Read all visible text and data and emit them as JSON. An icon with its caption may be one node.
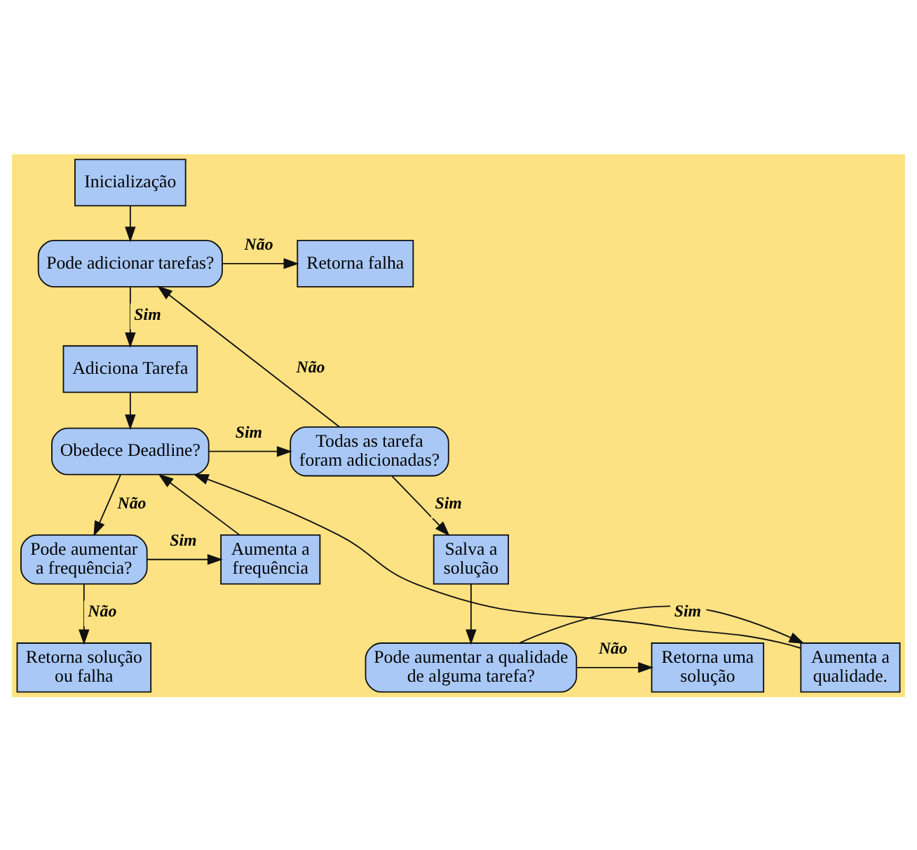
{
  "diagram": {
    "nodes": [
      {
        "text": [
          "Inicialização"
        ]
      },
      {
        "text": [
          "Retorna falha"
        ]
      },
      {
        "text": [
          "Pode adicionar tarefas?"
        ]
      },
      {
        "text": [
          "Adiciona Tarefa"
        ]
      },
      {
        "text": [
          "Obedece Deadline?"
        ]
      },
      {
        "text": [
          "Todas as tarefa foram adicionadas?"
        ]
      },
      {
        "text": [
          "Aumenta a frequência"
        ]
      },
      {
        "text": [
          "Pode aumentar a frequência?"
        ]
      },
      {
        "text": [
          "Salva a solução"
        ]
      },
      {
        "text": [
          "Retorna solução ou falha"
        ]
      },
      {
        "text": [
          "Aumenta a qualidade."
        ]
      },
      {
        "text": [
          "Pode aumentar a qualidade de alguma tarefa?"
        ]
      },
      {
        "text": [
          "Retorna uma solução"
        ]
      }
    ],
    "edges": [
      {
        "from": 0,
        "to": 2,
        "arrow": "to"
      },
      {
        "from": 2,
        "to": 1,
        "arrow": "to",
        "label": "Não"
      },
      {
        "from": 2,
        "to": 3,
        "arrow": "to",
        "label": "Sim"
      },
      {
        "from": 3,
        "to": 4,
        "arrow": "to"
      },
      {
        "from": 4,
        "to": 5,
        "arrow": "to",
        "label": "Sim"
      },
      {
        "from": 5,
        "to": 2,
        "arrow": "to",
        "label": "Não"
      },
      {
        "from": 4,
        "to": 7,
        "arrow": "to",
        "label": "Não"
      },
      {
        "from": 7,
        "to": 6,
        "arrow": "to",
        "label": "Sim"
      },
      {
        "from": 6,
        "to": 4,
        "arrow": "to"
      },
      {
        "from": 7,
        "to": 9,
        "arrow": "to",
        "label": "Não"
      },
      {
        "from": 5,
        "to": 8,
        "arrow": "to",
        "label": "Sim"
      },
      {
        "from": 8,
        "to": 11,
        "arrow": "to"
      },
      {
        "from": 11,
        "to": 10,
        "arrow": "to",
        "label": "Sim"
      },
      {
        "from": 11,
        "to": 12,
        "arrow": "to",
        "label": "Não"
      },
      {
        "from": 10,
        "to": 4,
        "arrow": "to"
      }
    ]
  }
}
